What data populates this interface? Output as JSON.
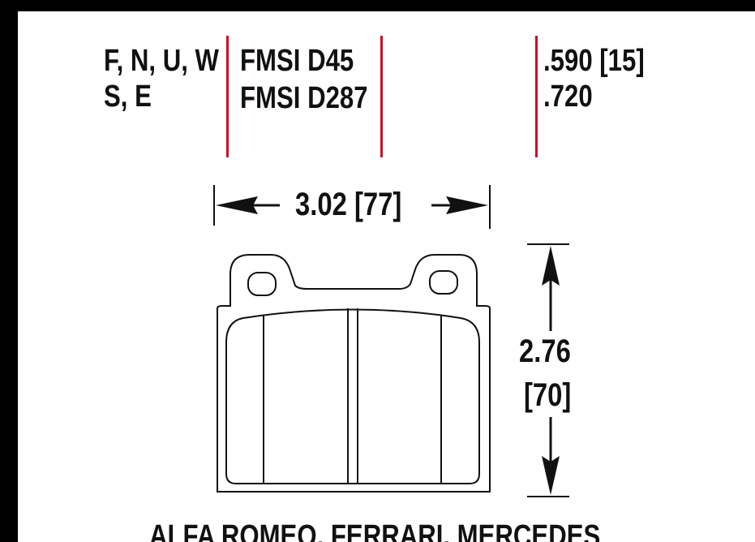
{
  "header": {
    "compound_codes_line1": "F, N, U, W",
    "compound_codes_line2": "S, E",
    "fmsi_line1": "FMSI D45",
    "fmsi_line2": "FMSI D287",
    "thickness_line1": ".590 [15]",
    "thickness_line2": ".720"
  },
  "dimensions": {
    "width_label": "3.02 [77]",
    "height_label_line1": "2.76",
    "height_label_line2": "[70]"
  },
  "footer": {
    "applications": "ALFA ROMEO, FERRARI, MERCEDES"
  },
  "colors": {
    "divider": "#c8102e",
    "ink": "#111111",
    "frame": "#000000"
  }
}
